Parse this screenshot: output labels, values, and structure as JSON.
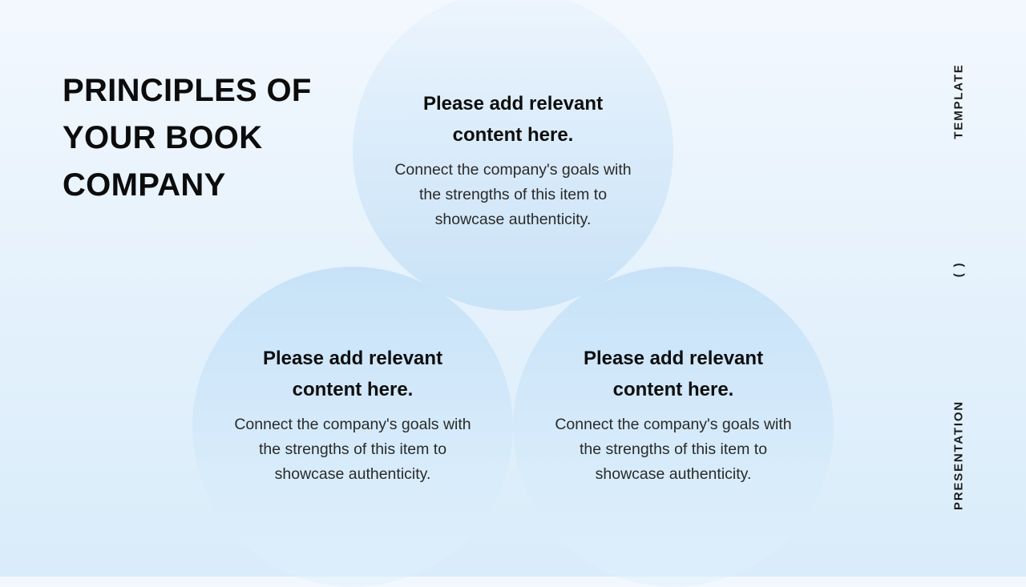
{
  "title": {
    "line1": "PRINCIPLES OF",
    "line2": "YOUR BOOK",
    "line3": "COMPANY"
  },
  "cards": [
    {
      "heading": "Please add relevant content here.",
      "body": "Connect the company's goals with the strengths of this item to showcase authenticity."
    },
    {
      "heading": "Please add relevant content here.",
      "body": "Connect the company's goals with the strengths of this item to showcase authenticity."
    },
    {
      "heading": "Please add relevant content here.",
      "body": "Connect the company's goals with the strengths of this item to showcase authenticity."
    }
  ],
  "side": {
    "template": "TEMPLATE",
    "paren": "( )",
    "presentation": "PRESENTATION"
  },
  "colors": {
    "background_top": "#f3f8fe",
    "background_bottom": "#d9ecfa",
    "circle": "#c9e3f7",
    "text": "#111111"
  }
}
